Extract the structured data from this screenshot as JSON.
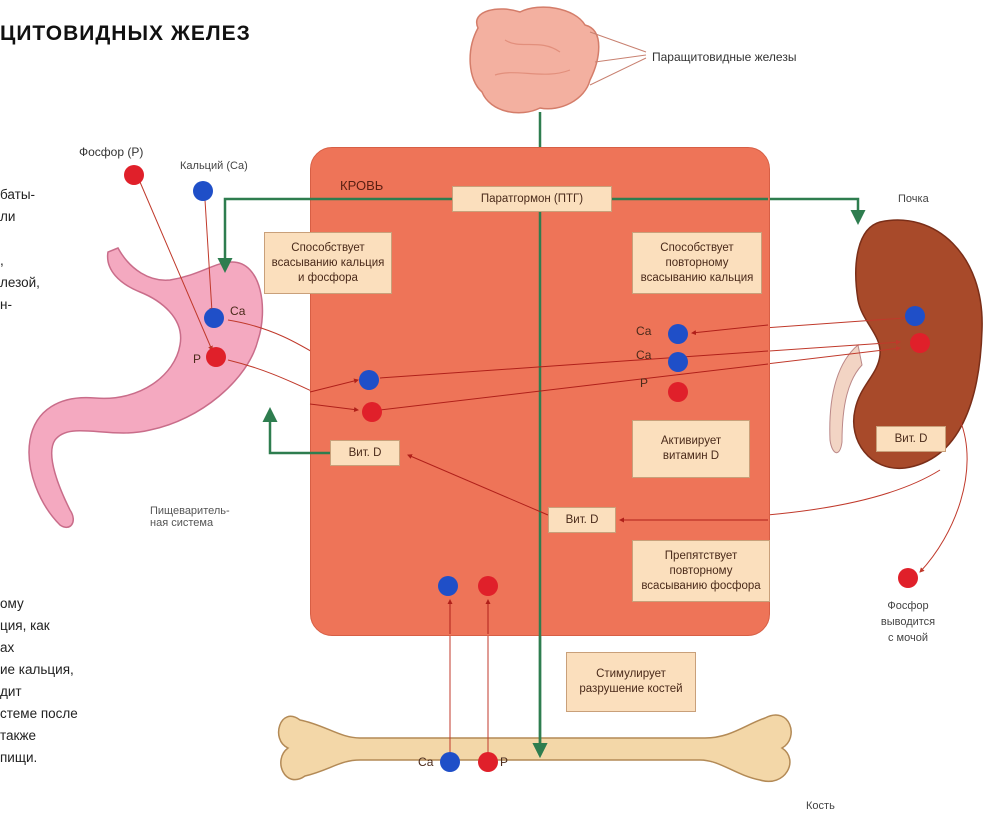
{
  "heading": "ЦИТОВИДНЫХ ЖЕЛЕЗ",
  "left_text_top": [
    "баты-",
    "ли",
    ",",
    "лезой,",
    "н-"
  ],
  "left_text_bottom": [
    "ому",
    "ция,  как",
    "ах",
    "ие  кальция,",
    "дит",
    "стеме  после",
    "также",
    " пищи."
  ],
  "labels": {
    "parathyroid": "Паращитовидные железы",
    "phosphorus": "Фосфор (Р)",
    "calcium": "Кальций (Са)",
    "blood": "КРОВЬ",
    "pth": "Паратгормон (ПТГ)",
    "kidney": "Почка",
    "digestive": "Пищеваритель-\nная система",
    "bone": "Кость",
    "phosphate_excreted": "Фосфор\nвыводится\nс мочой"
  },
  "boxes": {
    "absorb": "Способствует\nвсасыванию кальция\nи фосфора",
    "reabsorb_ca": "Способствует\nповторному\nвсасыванию кальция",
    "activate": "Активирует\nвитамин D",
    "prevent_p": "Препятствует\nповторному\nвсасыванию фосфора",
    "bone_resorb": "Стимулирует\nразрушение костей",
    "vitd_left": "Вит. D",
    "vitd_center": "Вит. D",
    "vitd_kidney": "Вит. D"
  },
  "ion_labels": {
    "ca": "Са",
    "p": "Р"
  },
  "colors": {
    "blood": "#ee7458",
    "box": "#fbdfbd",
    "calcium": "#1f4fc8",
    "phosphorus": "#e0202a",
    "arrow_green": "#2e7d4f",
    "arrow_red": "#c0392b",
    "stomach": "#f4a9c0",
    "kidney": "#a84a2a",
    "bone": "#f3d7a8",
    "gland": "#f3b0a0"
  }
}
